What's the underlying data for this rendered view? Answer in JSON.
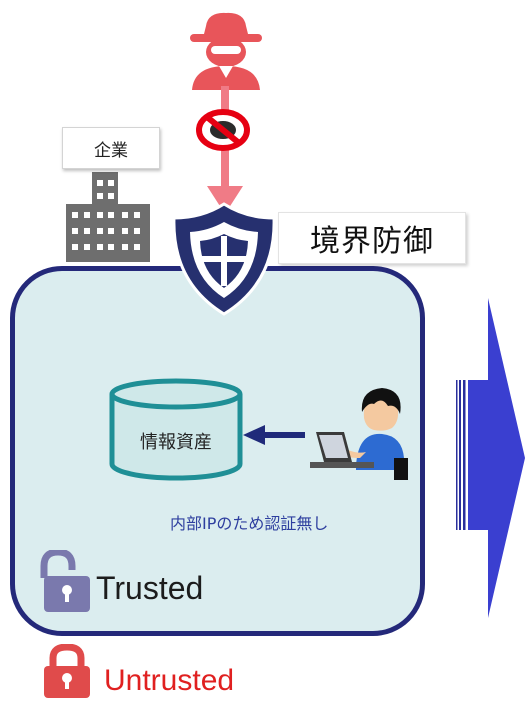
{
  "company": {
    "label": "企業"
  },
  "perimeter": {
    "label": "境界防御"
  },
  "asset": {
    "label": "情報資産"
  },
  "note": {
    "text": "内部IPのため認証無し"
  },
  "legend": {
    "trusted": "Trusted",
    "untrusted": "Untrusted"
  },
  "colors": {
    "zone_fill": "#dbedef",
    "zone_border": "#24297a",
    "attacker": "#e8555a",
    "blocked_arrow": "#f07b86",
    "block_sign": "#e60012",
    "shield": "#26306f",
    "big_arrow": "#3a3fd0",
    "building": "#6e6e6e",
    "cylinder_fill": "#cfe8e9",
    "cylinder_border": "#1f8f96",
    "access_arrow": "#1f2a7a",
    "trusted_lock": "#7a79ad",
    "untrusted_lock": "#e04b4b",
    "untrusted_text": "#e02020"
  },
  "icons": [
    "attacker-icon",
    "block-icon",
    "shield-icon",
    "building-icon",
    "database-icon",
    "user-at-laptop-icon",
    "unlocked-padlock-icon",
    "locked-padlock-icon",
    "transition-arrow-icon"
  ]
}
